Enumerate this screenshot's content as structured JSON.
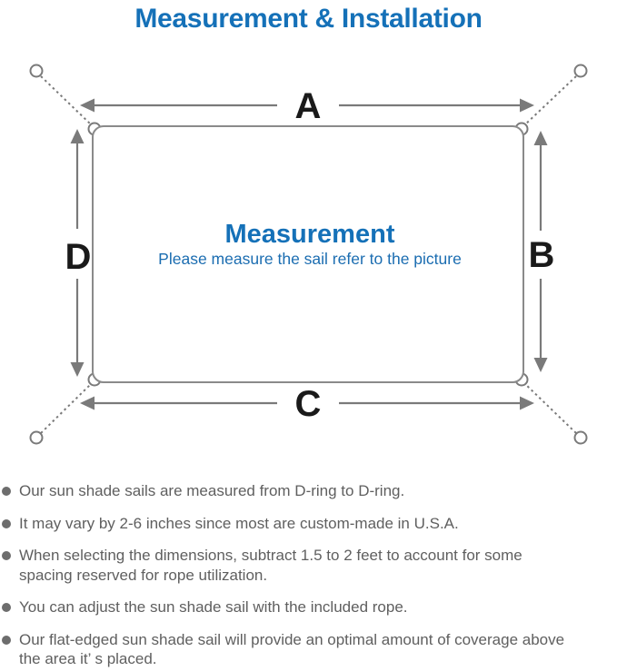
{
  "title": "Measurement & Installation",
  "diagram": {
    "heading": "Measurement",
    "subheading": "Please measure the sail refer to the picture",
    "labels": {
      "top": "A",
      "right": "B",
      "bottom": "C",
      "left": "D"
    },
    "colors": {
      "accent_blue": "#1571b8",
      "subheading_blue": "#1b6db1",
      "line_gray": "#7a7a7a",
      "label_black": "#1a1a1a",
      "note_gray": "#5f5f5f"
    }
  },
  "notes": {
    "items": [
      "Our sun shade sails are measured from D-ring to D-ring.",
      "It may vary by 2-6 inches since most are custom-made in U.S.A.",
      "When selecting the dimensions, subtract 1.5 to 2 feet to account for some spacing reserved for rope utilization.",
      "You can adjust the sun shade sail with the included rope.",
      "Our flat-edged sun shade sail will provide an optimal amount of coverage above the area it’ s placed."
    ]
  }
}
